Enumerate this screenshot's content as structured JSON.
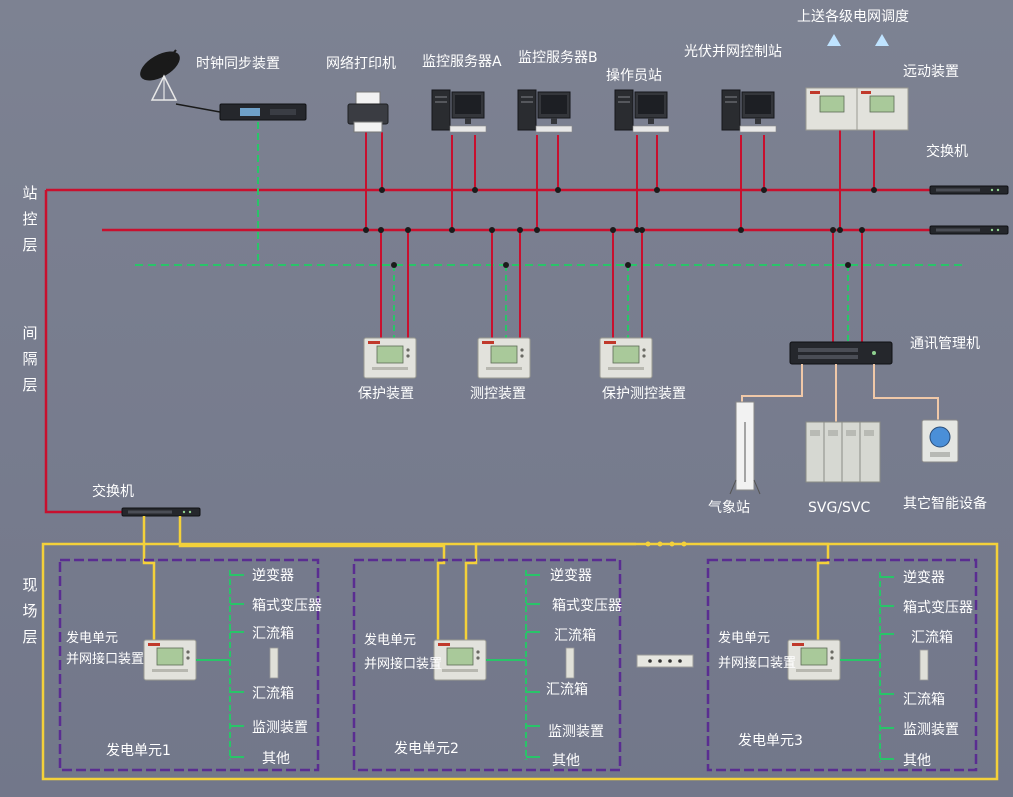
{
  "layers": {
    "station_chars": [
      "站",
      "控",
      "层"
    ],
    "bay_chars": [
      "间",
      "隔",
      "层"
    ],
    "field_chars": [
      "现",
      "场",
      "层"
    ]
  },
  "top_devices": {
    "clock": "时钟同步装置",
    "printer": "网络打印机",
    "server_a": "监控服务器A",
    "server_b": "监控服务器B",
    "operator": "操作员站",
    "pv_control": "光伏并网控制站",
    "upload": "上送各级电网调度",
    "telecontrol": "远动装置",
    "switch_top": "交换机"
  },
  "bay_devices": {
    "protection": "保护装置",
    "measure_control": "测控装置",
    "prot_measure": "保护测控装置",
    "comm_manager": "通讯管理机",
    "weather": "气象站",
    "svg_svc": "SVG/SVC",
    "other_smart": "其它智能设备"
  },
  "field": {
    "switch_field": "交换机",
    "unit_interface_line1": "发电单元",
    "unit_interface_line2": "并网接口装置",
    "items": [
      "逆变器",
      "箱式变压器",
      "汇流箱",
      "汇流箱",
      "监测装置",
      "其他"
    ],
    "unit_names": [
      "发电单元1",
      "发电单元2",
      "发电单元3"
    ]
  },
  "colors": {
    "background": "#7a7f8f",
    "network_red": "#c8102e",
    "time_sync_green": "#29c469",
    "field_yellow": "#f4d13a",
    "field_purple": "#5a2d91",
    "device_panel": "#e2e2dc",
    "device_screen": "#a9c99a"
  }
}
